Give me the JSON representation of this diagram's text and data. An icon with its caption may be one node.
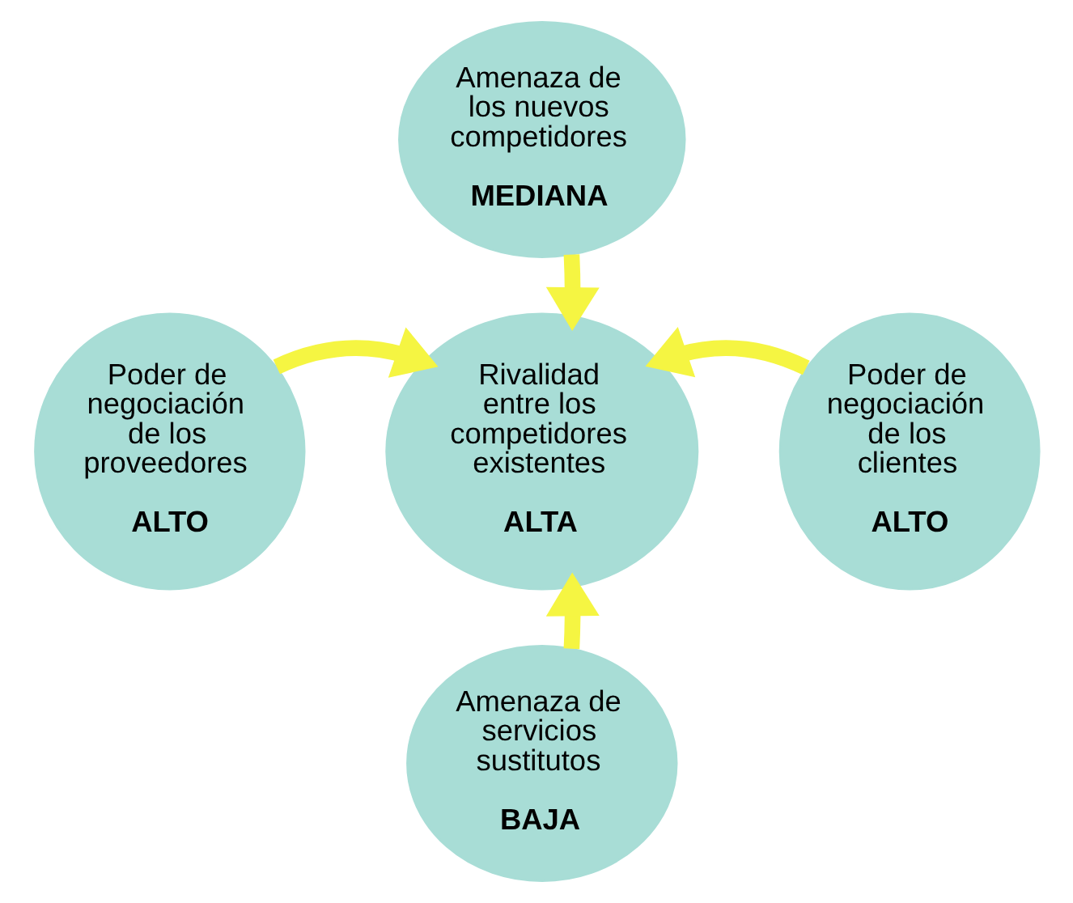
{
  "diagram": {
    "nodes": [
      {
        "text": [
          "Amenaza de los nuevos competidores",
          "MEDIANA"
        ]
      },
      {
        "text": [
          "Poder de negociación de los proveedores",
          "ALTO"
        ]
      },
      {
        "text": [
          "Rivalidad entre los competidores existentes",
          "ALTA"
        ]
      },
      {
        "text": [
          "Poder de negociación de los clientes",
          "ALTO"
        ]
      },
      {
        "text": [
          "Amenaza de servicios sustitutos",
          "BAJA"
        ]
      }
    ],
    "edges": [
      {
        "from": 0,
        "to": 2,
        "arrow": "to"
      },
      {
        "from": 1,
        "to": 2,
        "arrow": "to"
      },
      {
        "from": 3,
        "to": 2,
        "arrow": "to"
      },
      {
        "from": 4,
        "to": 2,
        "arrow": "to"
      }
    ]
  }
}
